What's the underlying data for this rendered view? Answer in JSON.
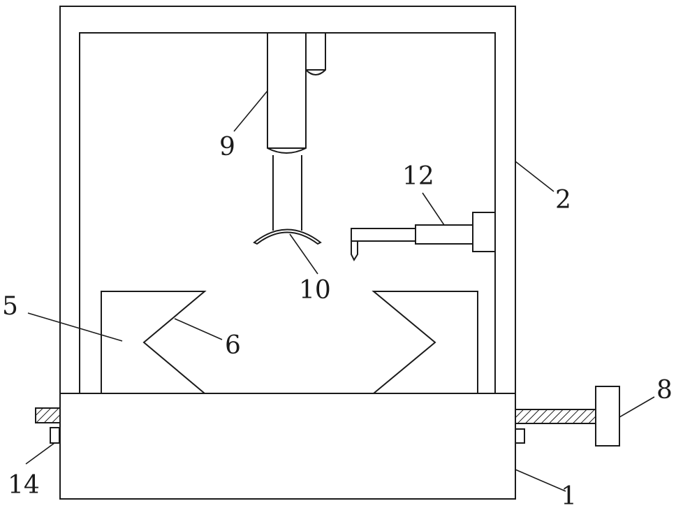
{
  "colors": {
    "stroke": "#1a1a1a",
    "background": "#ffffff",
    "hatch": "#1a1a1a"
  },
  "labels": {
    "l1": "1",
    "l2": "2",
    "l5": "5",
    "l6": "6",
    "l8": "8",
    "l9": "9",
    "l10": "10",
    "l12": "12",
    "l14": "14"
  }
}
